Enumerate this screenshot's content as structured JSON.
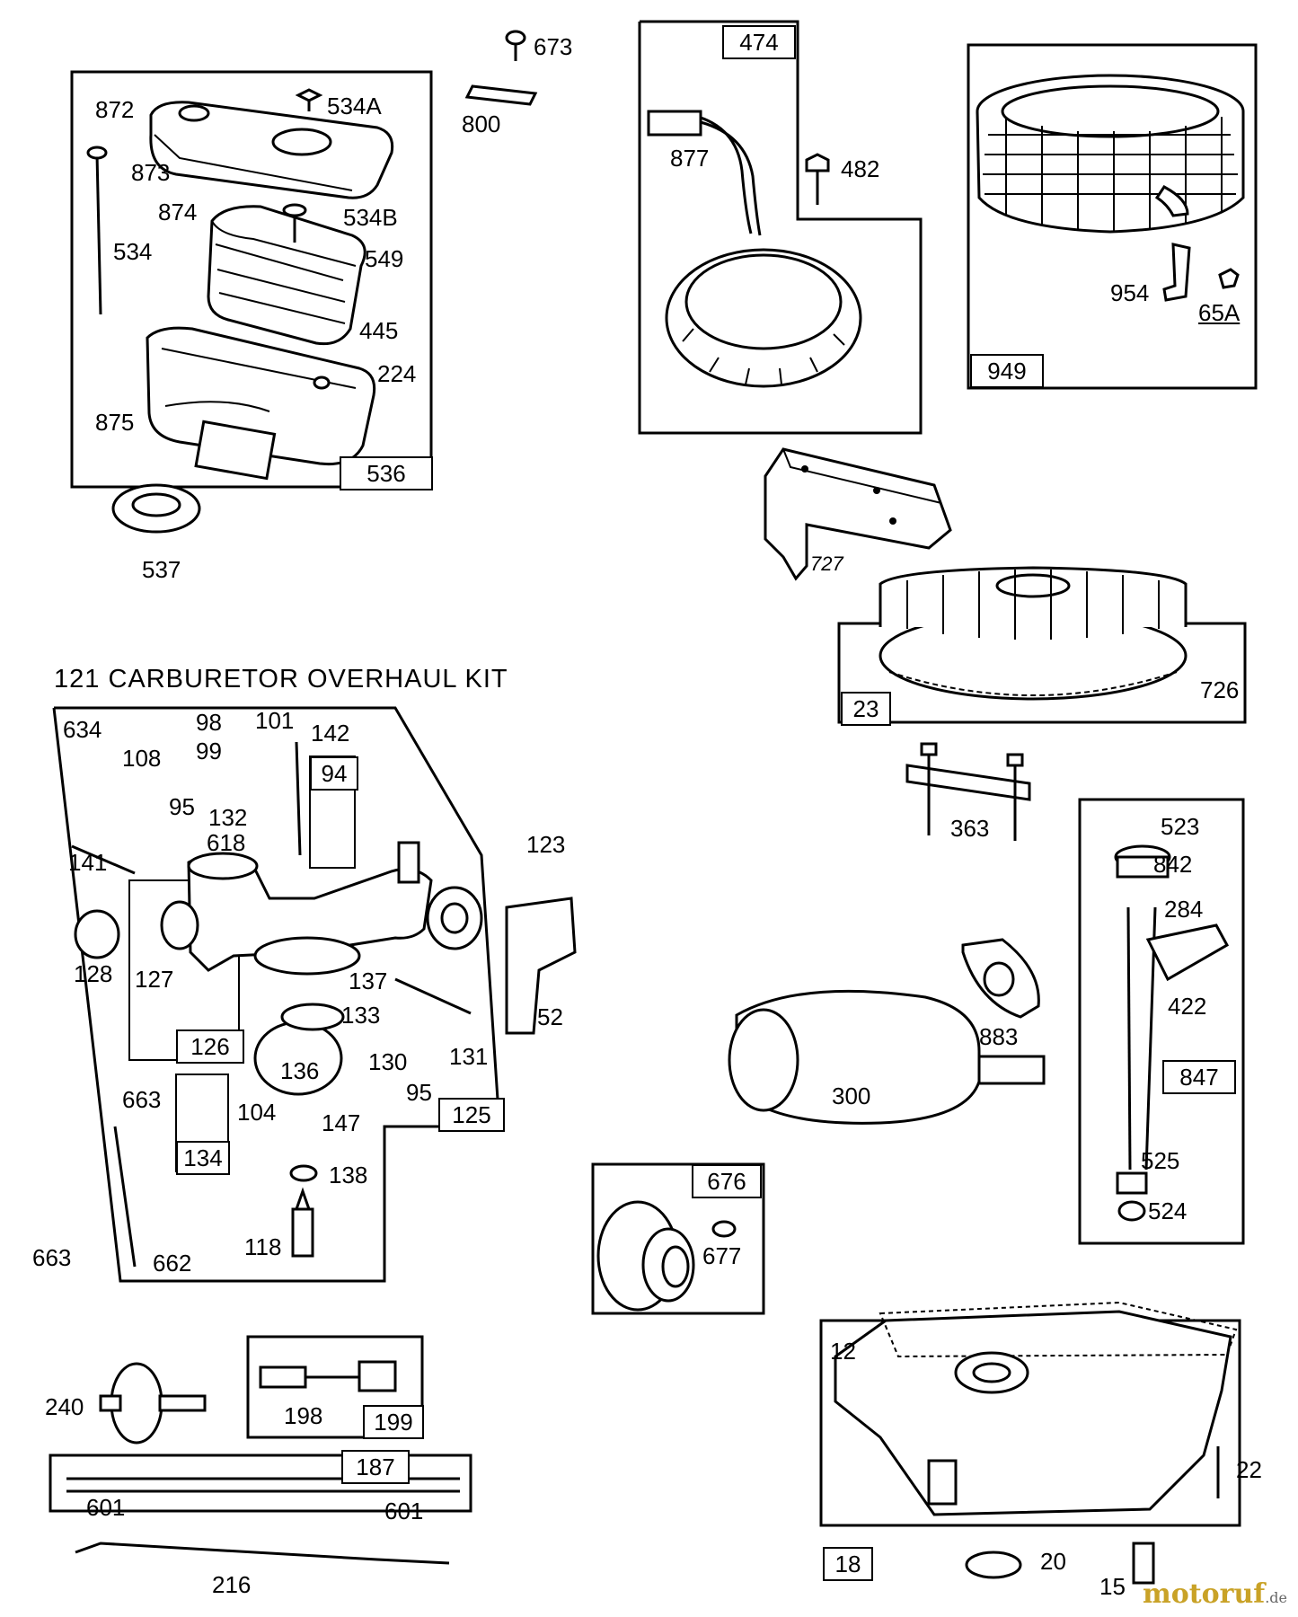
{
  "kit_title": "121 CARBURETOR OVERHAUL KIT",
  "watermark": "motoruf",
  "watermark_tld": ".de",
  "callouts": {
    "c872": "872",
    "c534a": "534A",
    "c873": "873",
    "c874": "874",
    "c534b": "534B",
    "c534": "534",
    "c549": "549",
    "c445": "445",
    "c224": "224",
    "c875": "875",
    "c537": "537",
    "c673": "673",
    "c800": "800",
    "c877": "877",
    "c482": "482",
    "c954": "954",
    "c65a": "65A",
    "c727": "727",
    "c726": "726",
    "c363": "363",
    "c634": "634",
    "c98": "98",
    "c101": "101",
    "c142": "142",
    "c99": "99",
    "c108": "108",
    "c95a": "95",
    "c132": "132",
    "c618": "618",
    "c141": "141",
    "c123": "123",
    "c128": "128",
    "c127": "127",
    "c137": "137",
    "c133": "133",
    "c52": "52",
    "c136": "136",
    "c130": "130",
    "c131": "131",
    "c95b": "95",
    "c104": "104",
    "c663a": "663",
    "c147": "147",
    "c138": "138",
    "c118": "118",
    "c663b": "663",
    "c662": "662",
    "c523": "523",
    "c842": "842",
    "c284": "284",
    "c422": "422",
    "c883": "883",
    "c300": "300",
    "c525": "525",
    "c524": "524",
    "c677": "677",
    "c240": "240",
    "c198": "198",
    "c601a": "601",
    "c601b": "601",
    "c216": "216",
    "c12": "12",
    "c22": "22",
    "c20": "20",
    "c15": "15"
  },
  "boxes": {
    "b536": "536",
    "b474": "474",
    "b949": "949",
    "b23": "23",
    "b94": "94",
    "b126": "126",
    "b134": "134",
    "b125": "125",
    "b676": "676",
    "b847": "847",
    "b199": "199",
    "b187": "187",
    "b18": "18"
  }
}
